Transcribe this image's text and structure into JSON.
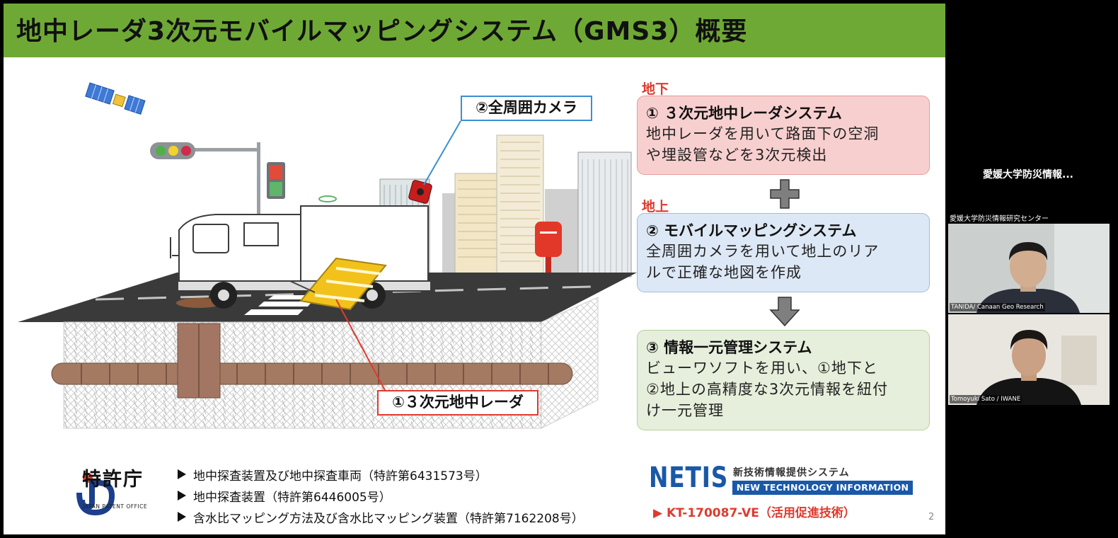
{
  "slide": {
    "title": "地中レーダ3次元モバイルマッピングシステム（GMS3）概要",
    "callouts": {
      "camera": "②全周囲カメラ",
      "radar": "①３次元地中レーダ"
    },
    "labels": {
      "underground": "地下",
      "aboveground": "地上"
    },
    "boxes": [
      {
        "title": "① ３次元地中レーダシステム",
        "lines": [
          "地中レーダを用いて路面下の空洞",
          "や埋設管などを3次元検出"
        ]
      },
      {
        "title": "② モバイルマッピングシステム",
        "lines": [
          "全周囲カメラを用いて地上のリア",
          "ルで正確な地図を作成"
        ]
      },
      {
        "title": "③ 情報一元管理システム",
        "lines": [
          "ビューワソフトを用い、①地下と",
          "②地上の高精度な3次元情報を紐付",
          "け一元管理"
        ]
      }
    ],
    "jpo": {
      "name": "特許庁",
      "sub": "JAPAN PATENT OFFICE"
    },
    "patents": [
      "地中探査装置及び地中探査車両（特許第6431573号）",
      "地中探査装置（特許第6446005号）",
      "含水比マッピング方法及び含水比マッピング装置（特許第7162208号）"
    ],
    "netis": {
      "mark": "NETIS",
      "jp": "新技術情報提供システム",
      "en": "NEW TECHNOLOGY INFORMATION SYSTEM",
      "code": "▶ KT-170087-VE（活用促進技術）"
    },
    "page_number": "2",
    "colors": {
      "title_bar": "#6fa935",
      "accent_red": "#e03a2e",
      "netis_blue": "#1a58a8"
    }
  },
  "call": {
    "meeting_name": "愛媛大学防災情報...",
    "org_label": "愛媛大学防災情報研究センター",
    "participants": [
      {
        "name": "TANIDA/ Canaan Geo Research"
      },
      {
        "name": "Tomoyuki Sato / IWANE"
      }
    ]
  }
}
